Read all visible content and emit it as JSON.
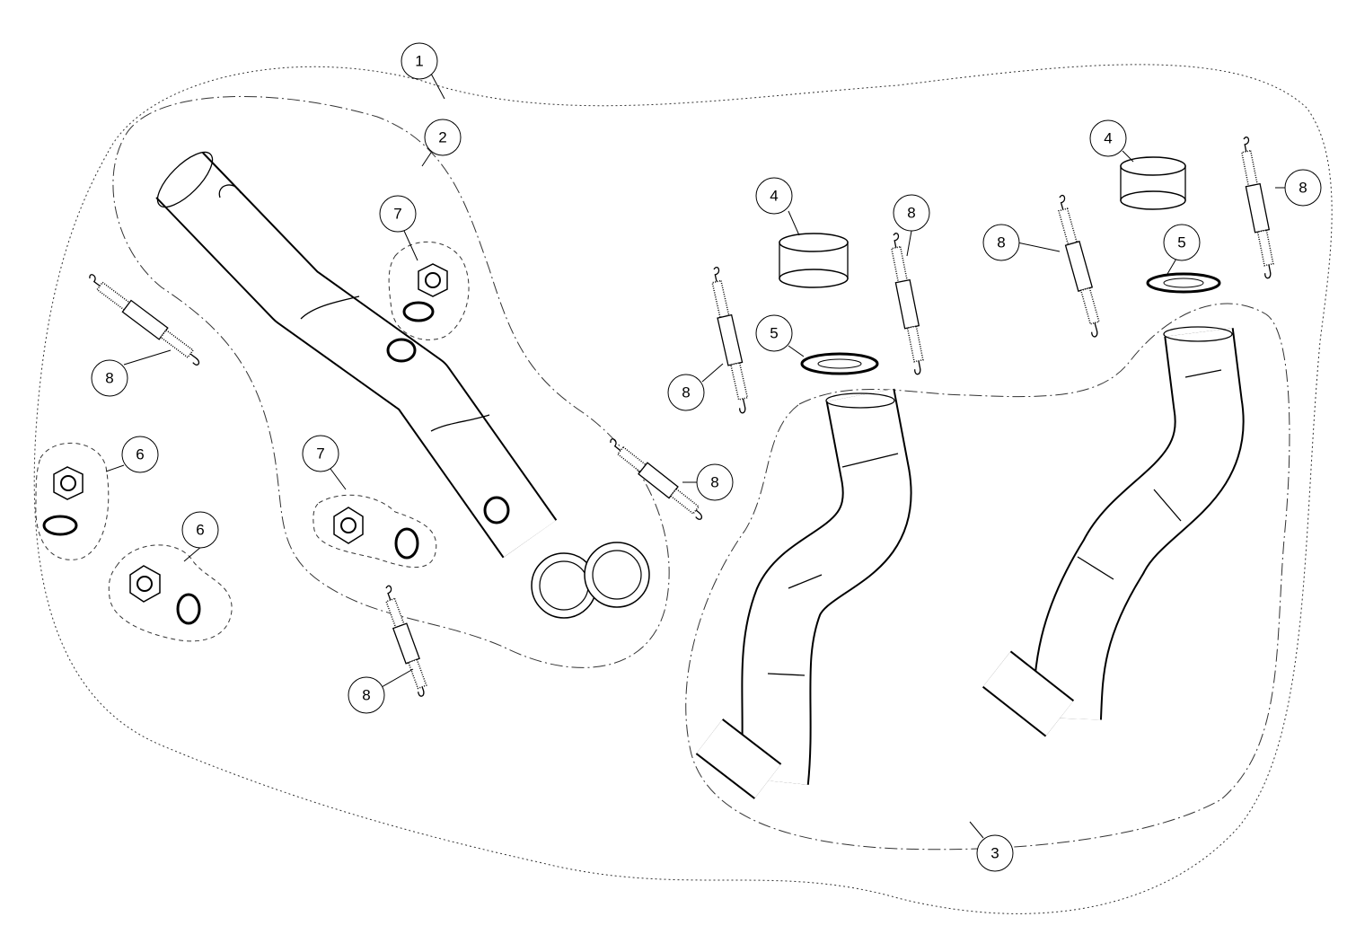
{
  "diagram": {
    "title": "Exhaust system exploded parts view",
    "callouts": [
      "1",
      "2",
      "3",
      "4",
      "4",
      "5",
      "5",
      "6",
      "6",
      "7",
      "7",
      "8",
      "8",
      "8",
      "8",
      "8",
      "8",
      "8"
    ]
  }
}
